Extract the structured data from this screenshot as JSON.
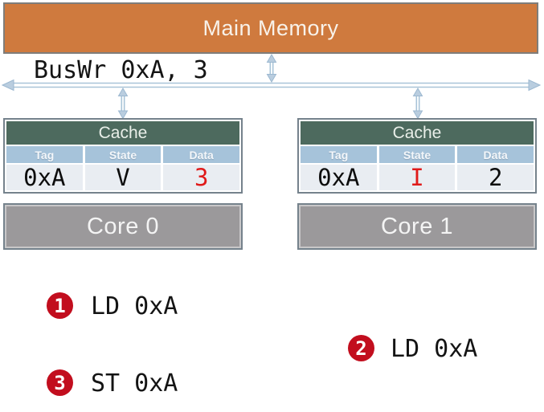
{
  "colors": {
    "memory_fill": "#cf7a3e",
    "cache_header_fill": "#4d6a5e",
    "table_header_fill": "#a6c3da",
    "table_row_fill": "#e9edf2",
    "core_fill": "#9b999b",
    "bus_arrow": "#a9c4d8",
    "badge_red": "#c20e1e",
    "highlight_red": "#e01a1a"
  },
  "memory": {
    "label": "Main Memory"
  },
  "bus": {
    "label": "BusWr 0xA, 3"
  },
  "caches": [
    {
      "title": "Cache",
      "columns": [
        "Tag",
        "State",
        "Data"
      ],
      "row": {
        "tag": "0xA",
        "state": "V",
        "data": "3"
      }
    },
    {
      "title": "Cache",
      "columns": [
        "Tag",
        "State",
        "Data"
      ],
      "row": {
        "tag": "0xA",
        "state": "I",
        "data": "2"
      }
    }
  ],
  "cores": [
    {
      "label": "Core 0"
    },
    {
      "label": "Core 1"
    }
  ],
  "events": [
    {
      "number": "1",
      "label": "LD 0xA"
    },
    {
      "number": "2",
      "label": "LD 0xA"
    },
    {
      "number": "3",
      "label": "ST 0xA"
    }
  ]
}
